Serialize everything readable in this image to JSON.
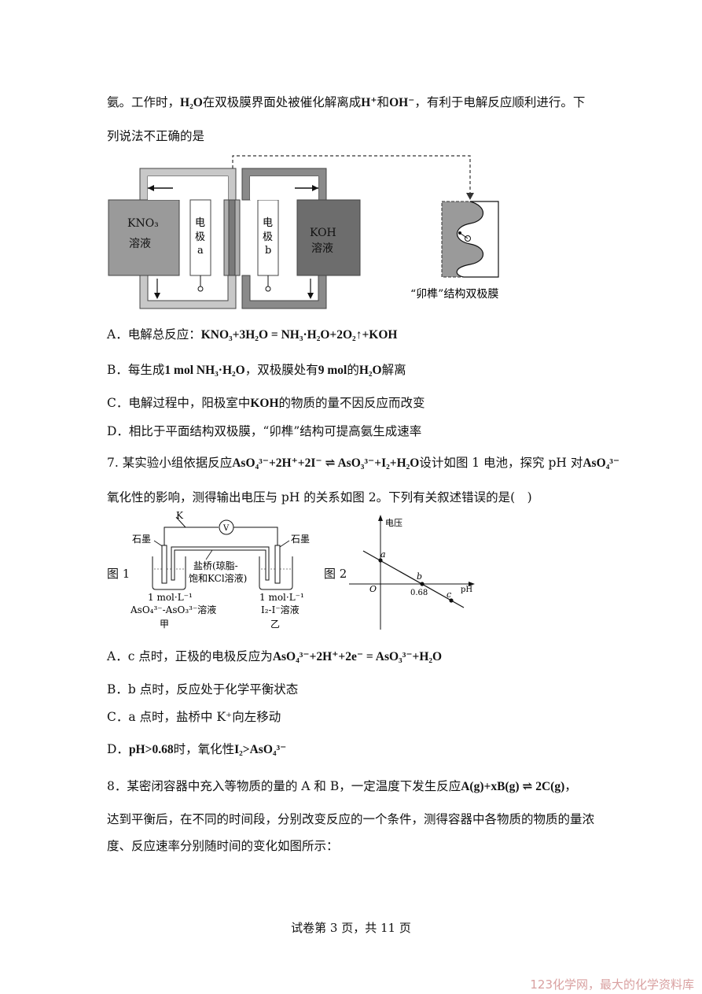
{
  "intro": {
    "line1_a": "氨。工作时，",
    "line1_h2o": "H₂O",
    "line1_b": "在双极膜界面处被催化解离成",
    "line1_hplus": "H⁺",
    "line1_c": "和",
    "line1_oh": "OH⁻",
    "line1_d": "，有利于电解反应顺利进行。下",
    "line2": "列说法不正确的是"
  },
  "fig6": {
    "kno3": "KNO₃",
    "kno3_sol": "溶液",
    "electrode_a": [
      "电",
      "极",
      "a"
    ],
    "electrode_b": [
      "电",
      "极",
      "b"
    ],
    "koh": "KOH",
    "koh_sol": "溶液",
    "membrane_caption": "“卯榫”结构双极膜"
  },
  "q6_options": {
    "A_label": "A．电解总反应：",
    "A_eq": "KNO₃+3H₂O = NH₃·H₂O+2O₂↑+KOH",
    "B_label": "B．每生成",
    "B_eq1": "1 mol NH₃·H₂O",
    "B_mid": "，双极膜处有",
    "B_eq2": "9 mol",
    "B_mid2": "的",
    "B_eq3": "H₂O",
    "B_end": "解离",
    "C_a": "C．电解过程中，阳极室中",
    "C_koh": "KOH",
    "C_b": "的物质的量不因反应而改变",
    "D": "D．相比于平面结构双极膜，“卯榫”结构可提高氨生成速率"
  },
  "q7": {
    "stem_a": "7. 某实验小组依据反应",
    "stem_eq": "AsO₄³⁻+2H⁺+2I⁻ ⇌ AsO₃³⁻+I₂+H₂O",
    "stem_b": "设计如图 1 电池，探究 pH 对",
    "stem_eq2": "AsO₄³⁻",
    "line2": "氧化性的影响，测得输出电压与 pH 的关系如图 2。下列有关叙述错误的是(　)",
    "fig1_label": "图 1",
    "fig2_label": "图 2",
    "k_label": "K",
    "v_label": "V",
    "graphite_left": "石墨",
    "graphite_right": "石墨",
    "salt_bridge_1": "盐桥(琼脂-",
    "salt_bridge_2": "饱和KCl溶液)",
    "left_conc": "1 mol·L⁻¹",
    "left_sol": "AsO₄³⁻-AsO₃³⁻溶液",
    "left_name": "甲",
    "right_conc": "1 mol·L⁻¹",
    "right_sol": "I₂-I⁻溶液",
    "right_name": "乙",
    "axis_y": "电压",
    "axis_x": "pH",
    "origin": "O",
    "pt_a": "a",
    "pt_b": "b",
    "pt_c": "c",
    "tick_068": "0.68"
  },
  "q7_options": {
    "A_a": "A．c 点时，正极的电极反应为",
    "A_eq": "AsO₄³⁻+2H⁺+2e⁻ = AsO₃³⁻+H₂O",
    "B": "B．b 点时，反应处于化学平衡状态",
    "C": "C．a 点时，盐桥中 K⁺向左移动",
    "D_a": "D．",
    "D_eq1": "pH>0.68",
    "D_b": "时，氧化性",
    "D_eq2": "I₂>AsO₄³⁻"
  },
  "q8": {
    "line1_a": "8．某密闭容器中充入等物质的量的 A 和 B，一定温度下发生反应",
    "line1_eq": "A(g)+xB(g) ⇌ 2C(g)",
    "line1_end": "，",
    "line2": "达到平衡后，在不同的时间段，分别改变反应的一个条件，测得容器中各物质的物质的量浓",
    "line3": "度、反应速率分别随时间的变化如图所示："
  },
  "footer": "试卷第 3 页，共 11 页",
  "watermark": "123化学网，最大的化学资料库"
}
